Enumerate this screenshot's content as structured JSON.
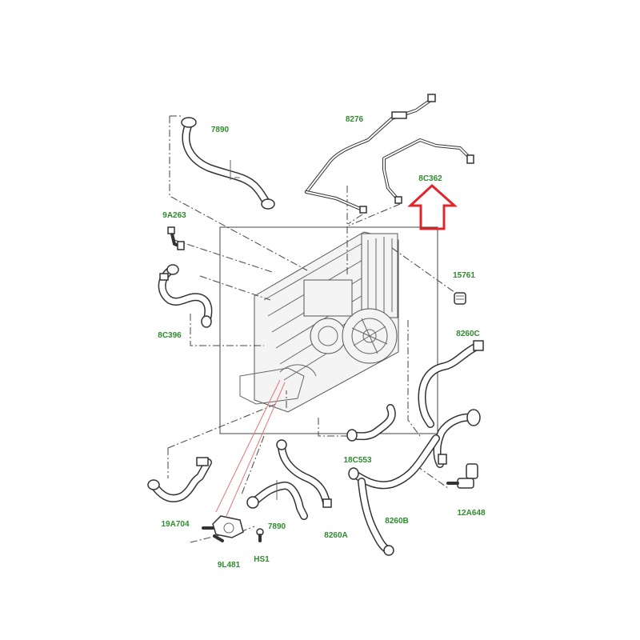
{
  "diagram": {
    "parts": [
      {
        "id": "p-7890-top",
        "code": "7890"
      },
      {
        "id": "p-8276",
        "code": "8276"
      },
      {
        "id": "p-8c362",
        "code": "8C362"
      },
      {
        "id": "p-9a263",
        "code": "9A263"
      },
      {
        "id": "p-15761",
        "code": "15761"
      },
      {
        "id": "p-8c396",
        "code": "8C396"
      },
      {
        "id": "p-8260c",
        "code": "8260C"
      },
      {
        "id": "p-18c553",
        "code": "18C553"
      },
      {
        "id": "p-12a648",
        "code": "12A648"
      },
      {
        "id": "p-19a704",
        "code": "19A704"
      },
      {
        "id": "p-7890-bottom",
        "code": "7890"
      },
      {
        "id": "p-8260a",
        "code": "8260A"
      },
      {
        "id": "p-8260b",
        "code": "8260B"
      },
      {
        "id": "p-9l481",
        "code": "9L481"
      },
      {
        "id": "p-hs1",
        "code": "HS1"
      }
    ],
    "colors": {
      "label": "#2e8b2e",
      "highlight_arrow": "#e0262b",
      "line": "#333333",
      "background": "#ffffff"
    },
    "highlighted_part": "8C362"
  }
}
